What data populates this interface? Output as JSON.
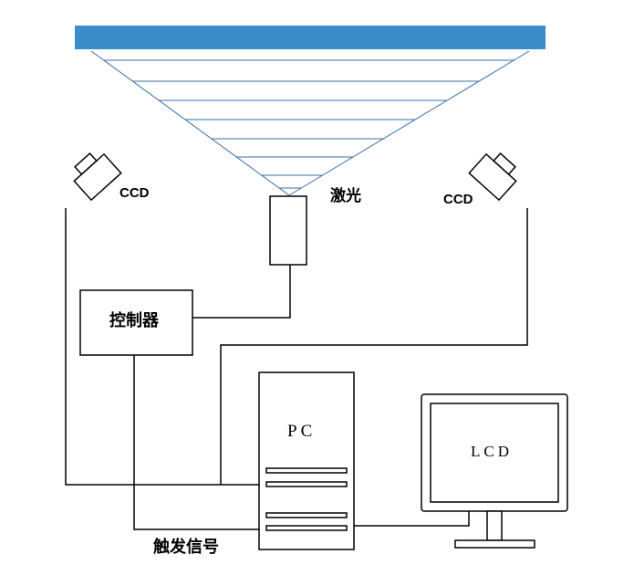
{
  "labels": {
    "ccd_left": "CCD",
    "ccd_right": "CCD",
    "laser": "激光",
    "controller": "控制器",
    "pc": "PC",
    "lcd": "LCD",
    "trigger": "触发信号"
  },
  "colors": {
    "screen_bar": "#3a8dc8",
    "laser_lines": "#3a6fa8",
    "wires": "#000000"
  },
  "icons": {
    "camera": "ccd-camera-icon",
    "laser": "laser-emitter-icon",
    "monitor": "monitor-icon",
    "tower": "pc-tower-icon"
  }
}
